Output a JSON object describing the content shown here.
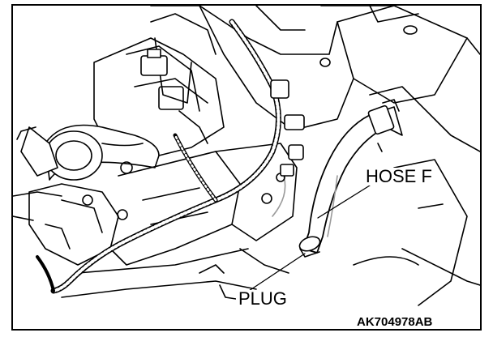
{
  "labels": {
    "hose_f": "HOSE F",
    "plug": "PLUG",
    "figure_code": "AK704978AB"
  },
  "colors": {
    "line": "#000000",
    "background": "#ffffff",
    "shade": "#9a9a9a"
  }
}
